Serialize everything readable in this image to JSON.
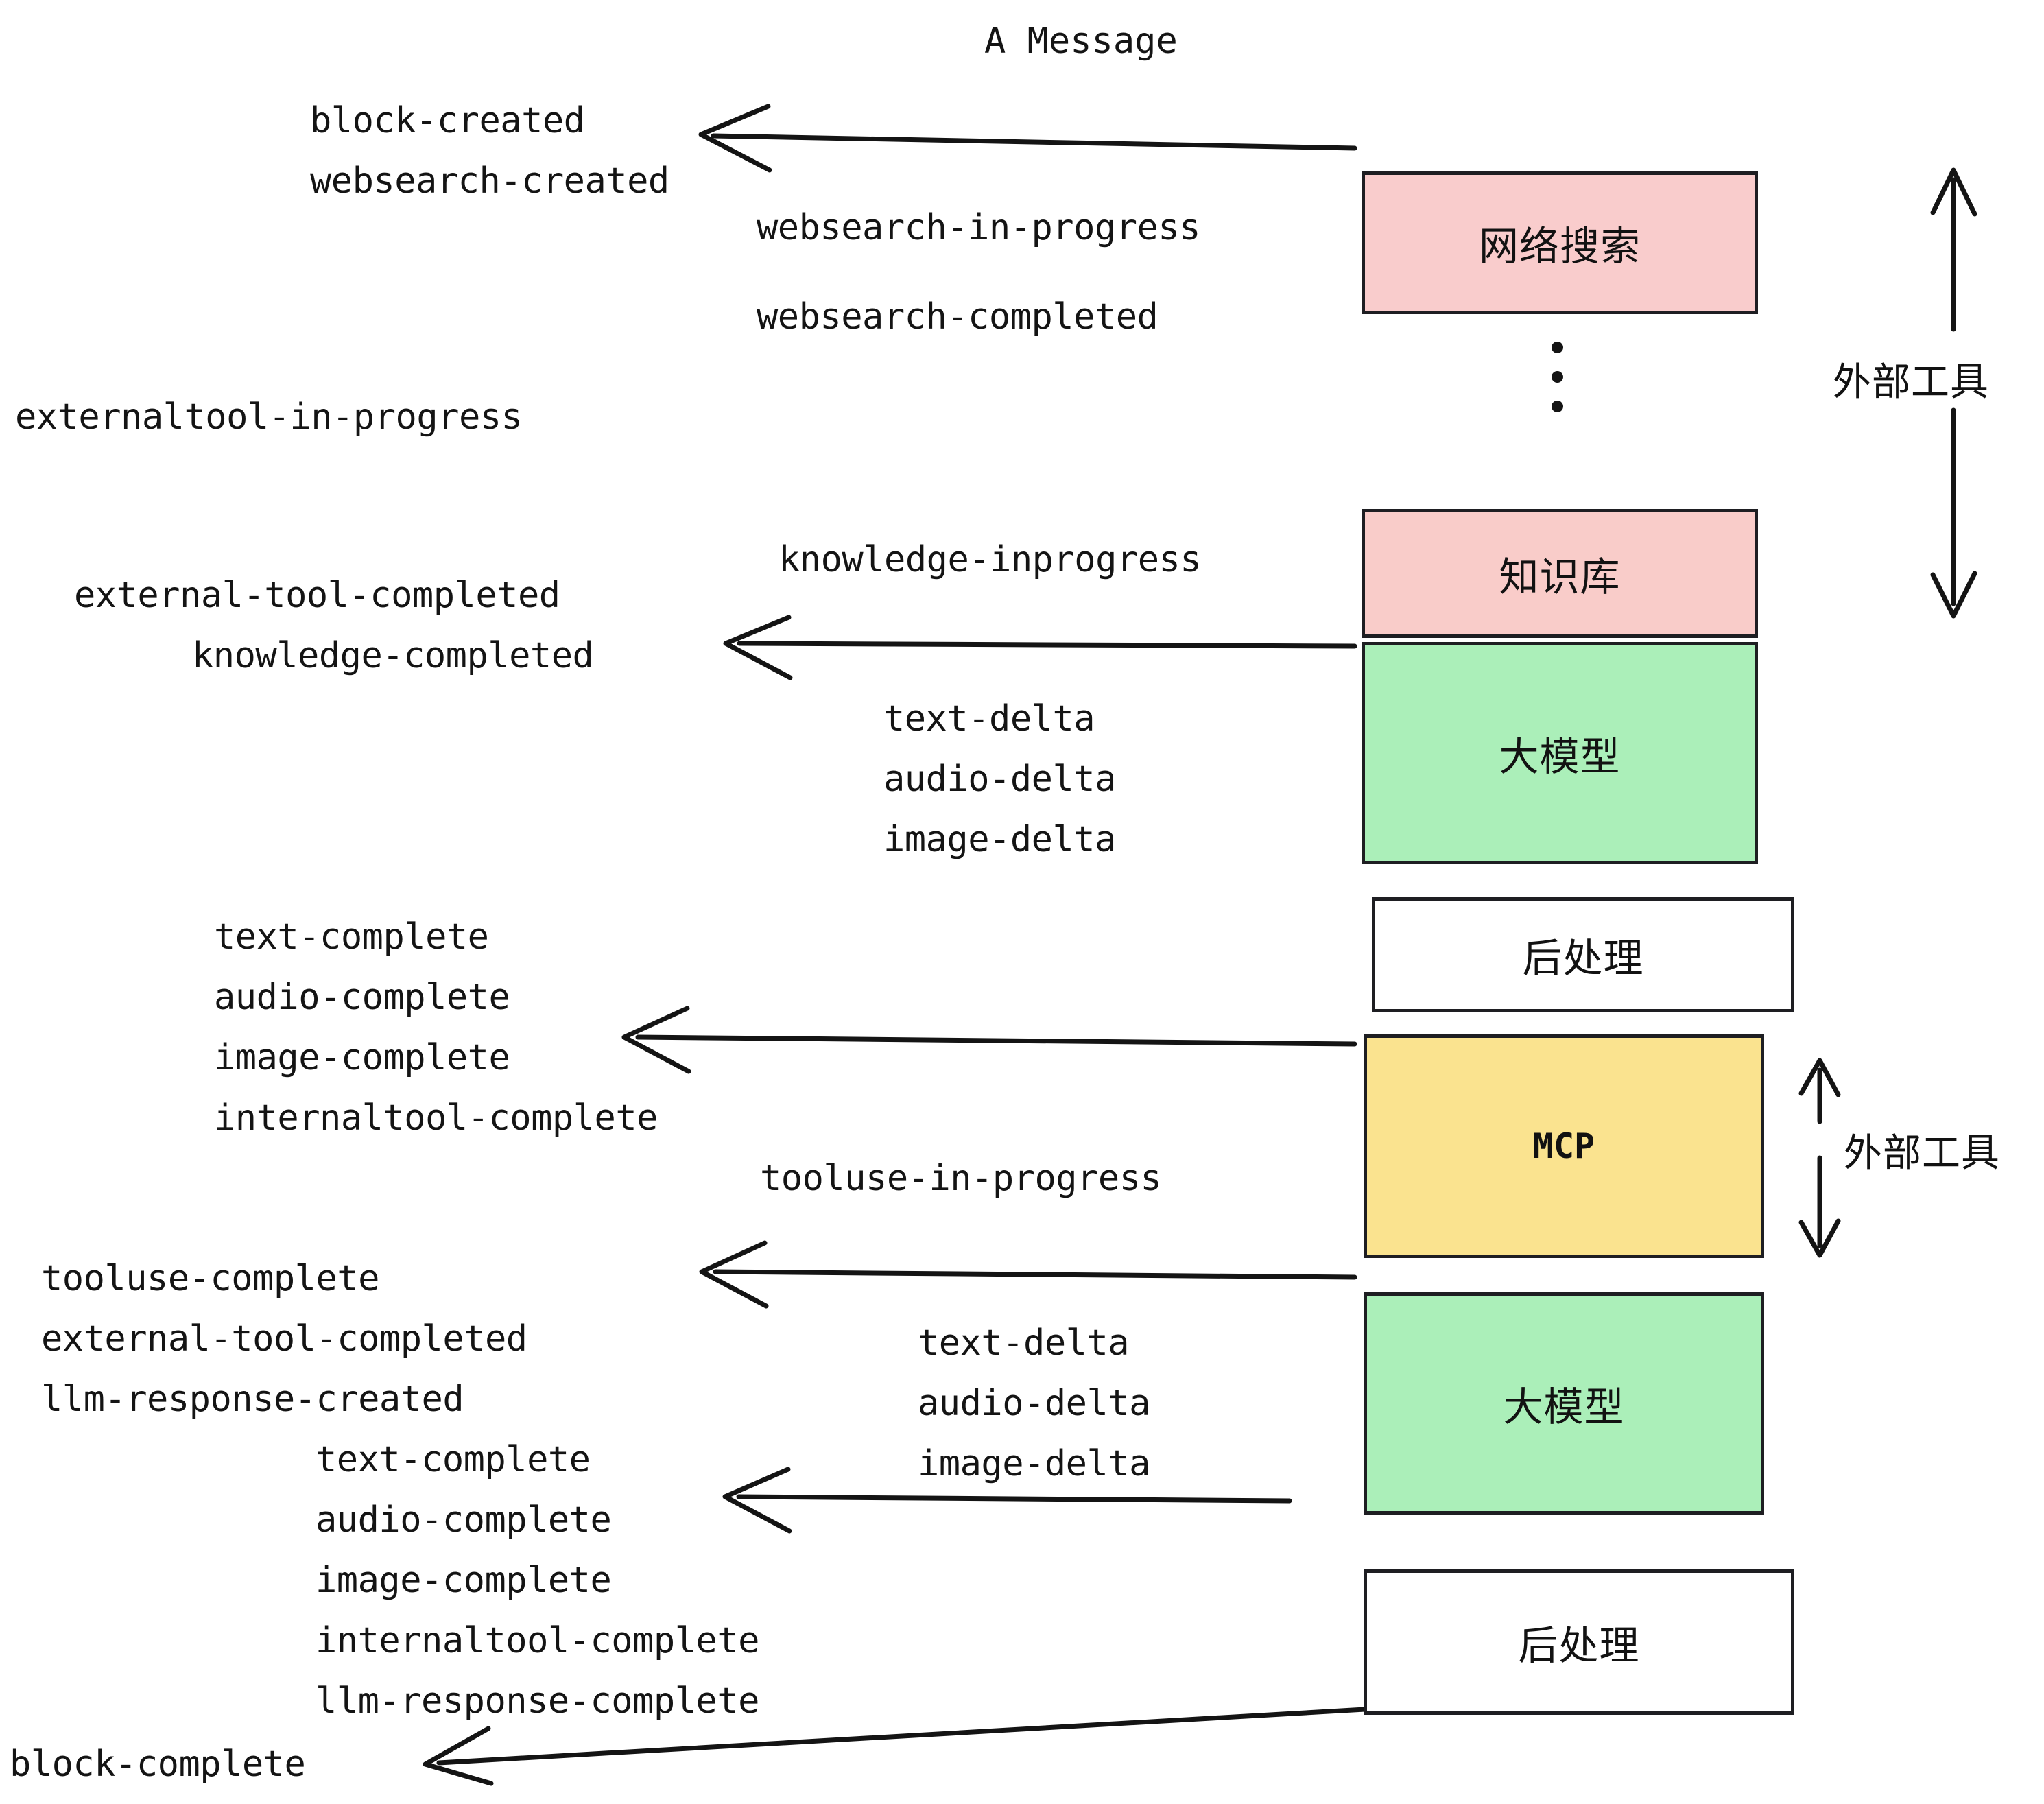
{
  "diagram": {
    "title": "A Message",
    "nodes": [
      {
        "id": "websearch",
        "label": "网络搜索",
        "fill": "#f9cccc",
        "stroke": "#1e1e22"
      },
      {
        "id": "knowledge",
        "label": "知识库",
        "fill": "#f9ccc9",
        "stroke": "#1e1e22"
      },
      {
        "id": "llm-1",
        "label": "大模型",
        "fill": "#abefb9",
        "stroke": "#1e1e22"
      },
      {
        "id": "postproc-1",
        "label": "后处理",
        "fill": "#ffffff",
        "stroke": "#1e1e22"
      },
      {
        "id": "mcp",
        "label": "MCP",
        "fill": "#fae38f",
        "stroke": "#1e1e22"
      },
      {
        "id": "llm-2",
        "label": "大模型",
        "fill": "#abefb9",
        "stroke": "#1e1e22"
      },
      {
        "id": "postproc-2",
        "label": "后处理",
        "fill": "#ffffff",
        "stroke": "#1e1e22"
      }
    ],
    "side_labels": [
      {
        "id": "external-tools-top",
        "label": "外部工具"
      },
      {
        "id": "external-tools-bottom",
        "label": "外部工具"
      }
    ],
    "events": {
      "block_created": "block-created",
      "websearch_created": "websearch-created",
      "websearch_in_progress": "websearch-in-progress",
      "websearch_completed": "websearch-completed",
      "externaltool_in_progress": "externaltool-in-progress",
      "knowledge_inprogress": "knowledge-inprogress",
      "external_tool_completed_1": "external-tool-completed",
      "knowledge_completed": "knowledge-completed",
      "text_delta_1": "text-delta",
      "audio_delta_1": "audio-delta",
      "image_delta_1": "image-delta",
      "text_complete_1": "text-complete",
      "audio_complete_1": "audio-complete",
      "image_complete_1": "image-complete",
      "internaltool_complete_1": "internaltool-complete",
      "tooluse_in_progress": "tooluse-in-progress",
      "tooluse_complete": "tooluse-complete",
      "external_tool_completed_2": "external-tool-completed",
      "llm_response_created": "llm-response-created",
      "text_delta_2": "text-delta",
      "audio_delta_2": "audio-delta",
      "image_delta_2": "image-delta",
      "text_complete_2": "text-complete",
      "audio_complete_2": "audio-complete",
      "image_complete_2": "image-complete",
      "internaltool_complete_2": "internaltool-complete",
      "llm_response_complete": "llm-response-complete",
      "block_complete": "block-complete"
    },
    "colors": {
      "tool_pink": "#f9cccc",
      "model_green": "#abefb9",
      "mcp_yellow": "#fae38f",
      "plain_white": "#ffffff",
      "ink": "#1e1e22"
    }
  }
}
